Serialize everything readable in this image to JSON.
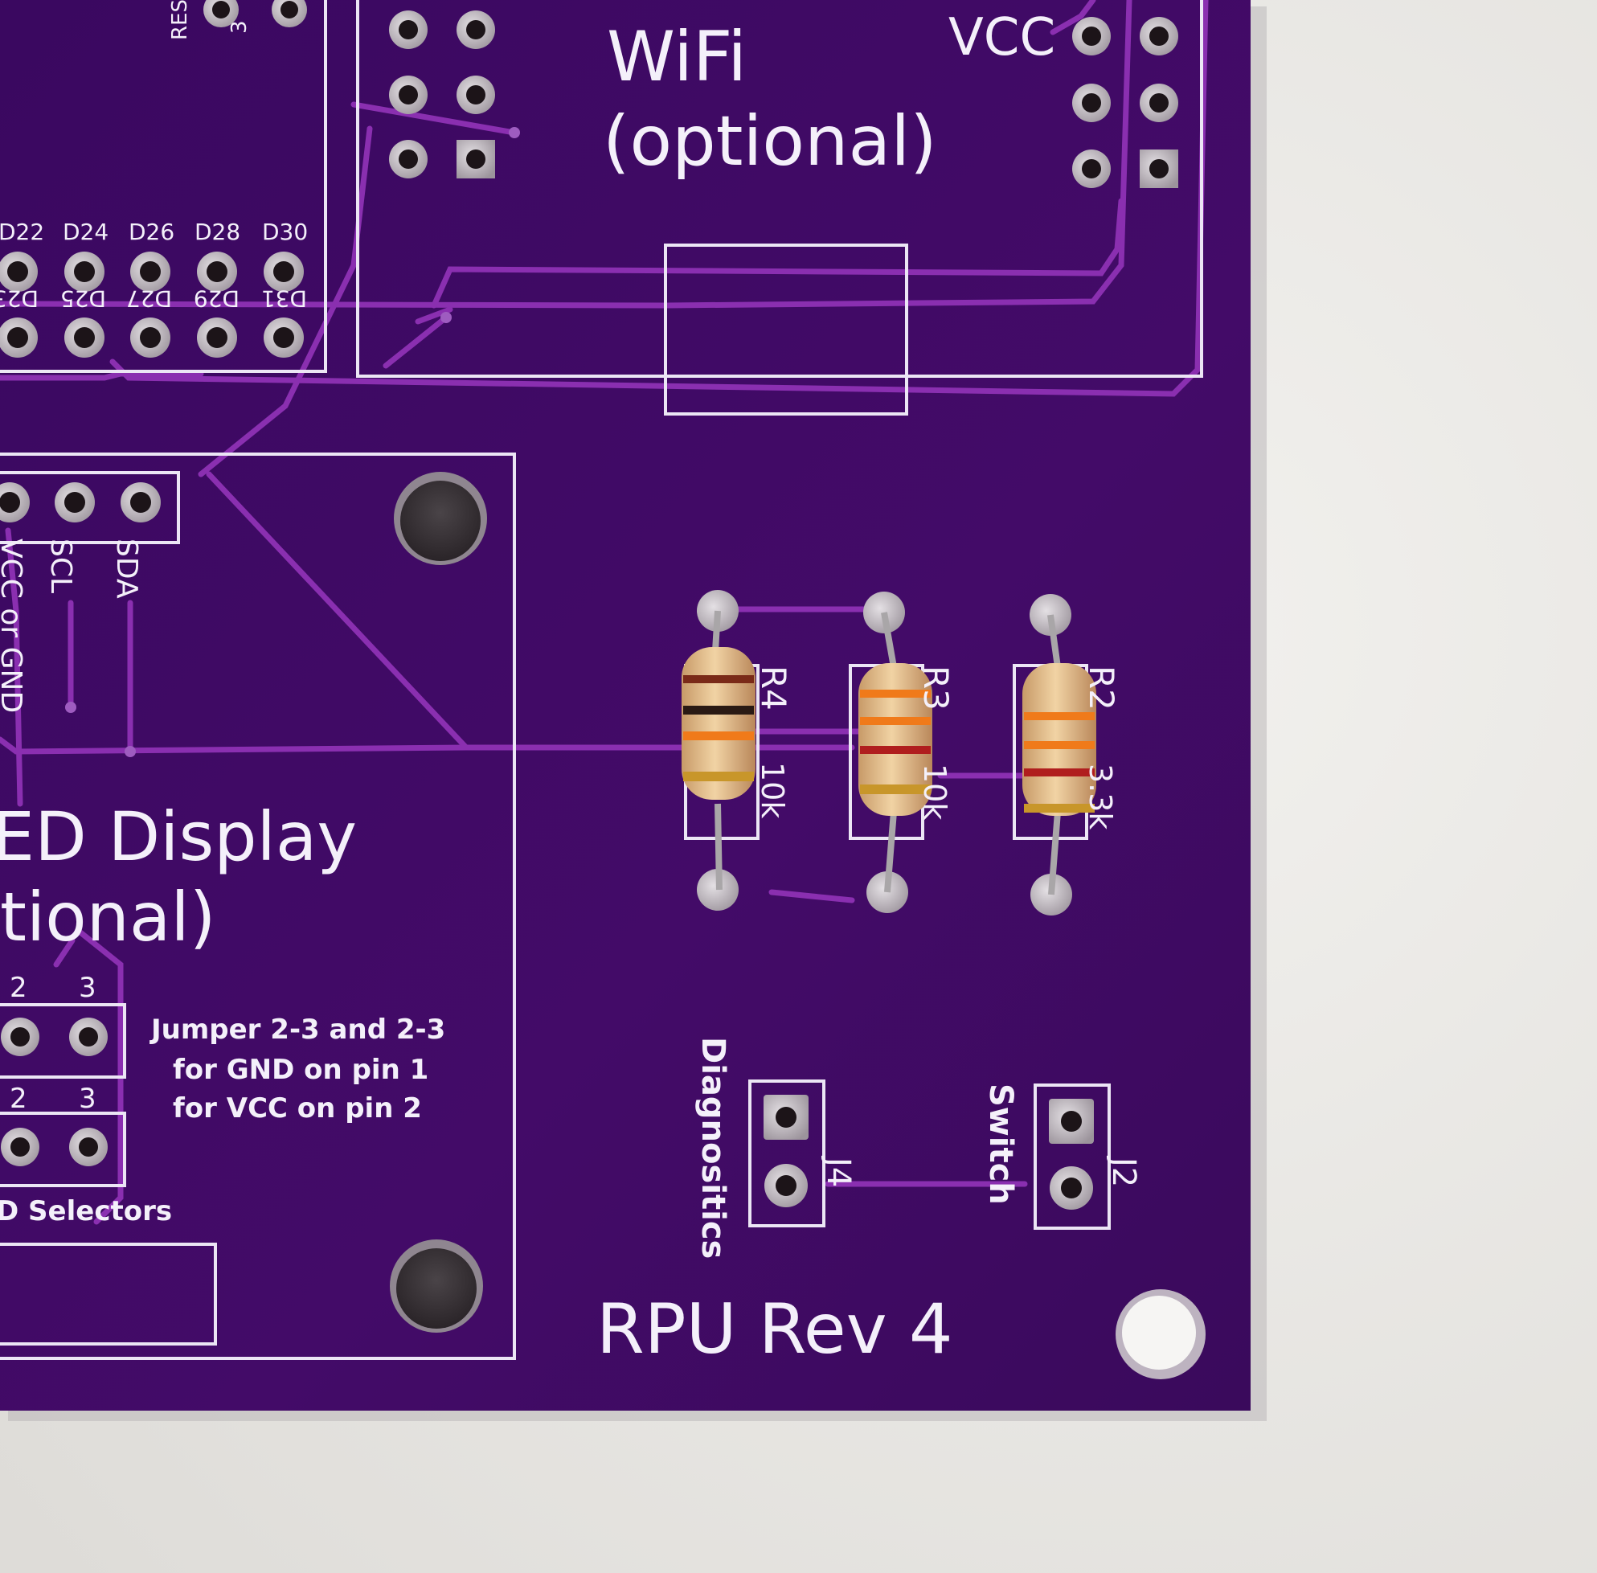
{
  "board": {
    "revision": "RPU Rev 4",
    "colors": {
      "pcb": "#3f0a63",
      "silkscreen": "#f4f0fa",
      "trace": "#8a2fb0",
      "pad": "#c8c2c8",
      "background": "#ecebe8"
    }
  },
  "wifi": {
    "title": "WiFi",
    "subtitle": "(optional)",
    "pin_label": "VCC"
  },
  "corner_label": "RES",
  "corner_pin": "3",
  "headers": {
    "top_row": [
      "D22",
      "D24",
      "D26",
      "D28",
      "D30"
    ],
    "bottom_row": [
      "D23",
      "D25",
      "D27",
      "D29",
      "D31"
    ]
  },
  "display": {
    "title": "ED Display",
    "subtitle": "tional)",
    "pins": [
      "VCC or GND",
      "SCL",
      "SDA"
    ]
  },
  "jumpers": {
    "note_line1": "Jumper 2-3 and 2-3",
    "note_line2": "for GND on pin 1",
    "note_line3": "for VCC on pin 2",
    "row1_labels": [
      "2",
      "3"
    ],
    "row2_labels": [
      "2",
      "3"
    ],
    "selectors_label": "D Selectors"
  },
  "resistors": [
    {
      "ref": "R4",
      "value": "10k"
    },
    {
      "ref": "R3",
      "value": "10k"
    },
    {
      "ref": "R2",
      "value": "3.3k"
    }
  ],
  "connectors": {
    "j4": {
      "ref": "J4",
      "label": "Diagnositics"
    },
    "j2": {
      "ref": "J2",
      "label": "Switch"
    }
  }
}
